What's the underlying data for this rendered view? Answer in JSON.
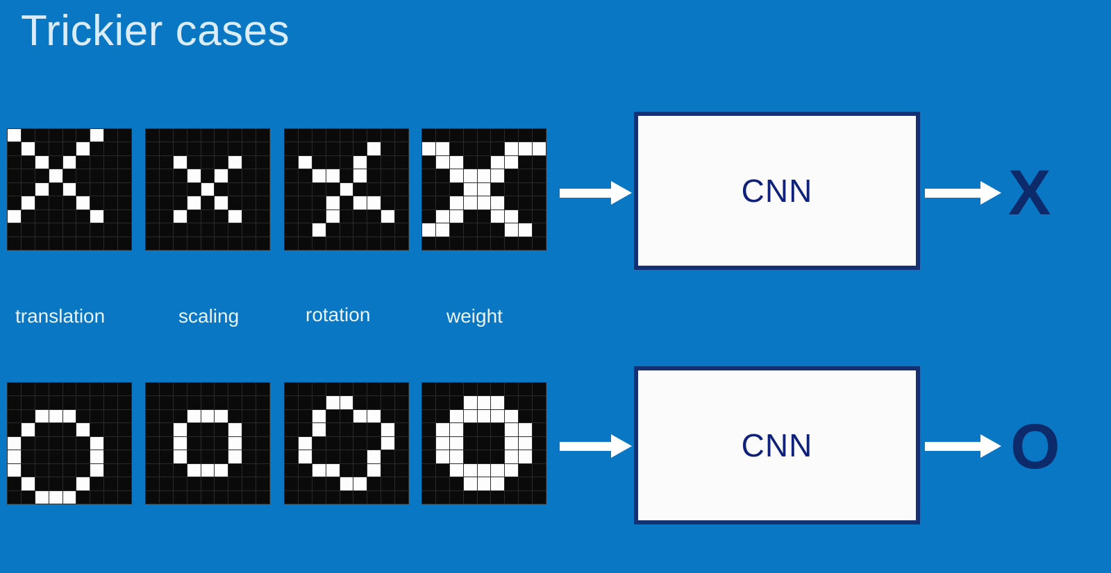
{
  "slide": {
    "title": "Trickier cases",
    "background_color": "#0a77c4",
    "accent_navy": "#142f72",
    "cnn_text_color": "#10217a",
    "output_color": "#0d2a6b",
    "title_color": "#d9ecf8",
    "caption_color": "#e8f3fb"
  },
  "captions": [
    {
      "label": "translation"
    },
    {
      "label": "scaling"
    },
    {
      "label": "rotation"
    },
    {
      "label": "weight"
    }
  ],
  "rows": [
    {
      "name": "x-row",
      "cnn_label": "CNN",
      "output_label": "X",
      "grids": [
        {
          "name": "x-translation",
          "cols": 9,
          "rows": 9,
          "on_cells": [
            [
              0,
              0
            ],
            [
              0,
              6
            ],
            [
              1,
              1
            ],
            [
              1,
              5
            ],
            [
              2,
              2
            ],
            [
              2,
              4
            ],
            [
              3,
              3
            ],
            [
              4,
              2
            ],
            [
              4,
              4
            ],
            [
              5,
              1
            ],
            [
              5,
              5
            ],
            [
              6,
              0
            ],
            [
              6,
              6
            ]
          ]
        },
        {
          "name": "x-scaling",
          "cols": 9,
          "rows": 9,
          "on_cells": [
            [
              2,
              2
            ],
            [
              2,
              6
            ],
            [
              3,
              3
            ],
            [
              3,
              5
            ],
            [
              4,
              4
            ],
            [
              5,
              3
            ],
            [
              5,
              5
            ],
            [
              6,
              2
            ],
            [
              6,
              6
            ]
          ]
        },
        {
          "name": "x-rotation",
          "cols": 9,
          "rows": 9,
          "on_cells": [
            [
              1,
              6
            ],
            [
              2,
              1
            ],
            [
              2,
              5
            ],
            [
              3,
              2
            ],
            [
              3,
              3
            ],
            [
              3,
              5
            ],
            [
              4,
              4
            ],
            [
              5,
              3
            ],
            [
              5,
              5
            ],
            [
              5,
              6
            ],
            [
              6,
              3
            ],
            [
              6,
              7
            ],
            [
              7,
              2
            ]
          ]
        },
        {
          "name": "x-weight",
          "cols": 9,
          "rows": 9,
          "on_cells": [
            [
              1,
              0
            ],
            [
              1,
              1
            ],
            [
              1,
              6
            ],
            [
              1,
              7
            ],
            [
              1,
              8
            ],
            [
              2,
              1
            ],
            [
              2,
              2
            ],
            [
              2,
              5
            ],
            [
              2,
              6
            ],
            [
              3,
              2
            ],
            [
              3,
              3
            ],
            [
              3,
              4
            ],
            [
              3,
              5
            ],
            [
              4,
              3
            ],
            [
              4,
              4
            ],
            [
              5,
              2
            ],
            [
              5,
              3
            ],
            [
              5,
              4
            ],
            [
              5,
              5
            ],
            [
              6,
              1
            ],
            [
              6,
              2
            ],
            [
              6,
              5
            ],
            [
              6,
              6
            ],
            [
              7,
              0
            ],
            [
              7,
              1
            ],
            [
              7,
              6
            ],
            [
              7,
              7
            ]
          ]
        }
      ]
    },
    {
      "name": "o-row",
      "cnn_label": "CNN",
      "output_label": "O",
      "grids": [
        {
          "name": "o-translation",
          "cols": 9,
          "rows": 9,
          "on_cells": [
            [
              2,
              2
            ],
            [
              2,
              3
            ],
            [
              2,
              4
            ],
            [
              3,
              1
            ],
            [
              3,
              5
            ],
            [
              4,
              0
            ],
            [
              4,
              6
            ],
            [
              5,
              0
            ],
            [
              5,
              6
            ],
            [
              6,
              0
            ],
            [
              6,
              6
            ],
            [
              7,
              1
            ],
            [
              7,
              5
            ],
            [
              8,
              2
            ],
            [
              8,
              3
            ],
            [
              8,
              4
            ]
          ]
        },
        {
          "name": "o-scaling",
          "cols": 9,
          "rows": 9,
          "on_cells": [
            [
              2,
              3
            ],
            [
              2,
              4
            ],
            [
              2,
              5
            ],
            [
              3,
              2
            ],
            [
              3,
              6
            ],
            [
              4,
              2
            ],
            [
              4,
              6
            ],
            [
              5,
              2
            ],
            [
              5,
              6
            ],
            [
              6,
              3
            ],
            [
              6,
              4
            ],
            [
              6,
              5
            ]
          ]
        },
        {
          "name": "o-rotation",
          "cols": 9,
          "rows": 9,
          "on_cells": [
            [
              1,
              3
            ],
            [
              1,
              4
            ],
            [
              2,
              2
            ],
            [
              2,
              5
            ],
            [
              2,
              6
            ],
            [
              3,
              2
            ],
            [
              3,
              7
            ],
            [
              4,
              1
            ],
            [
              4,
              7
            ],
            [
              5,
              1
            ],
            [
              5,
              6
            ],
            [
              6,
              2
            ],
            [
              6,
              3
            ],
            [
              6,
              6
            ],
            [
              7,
              4
            ],
            [
              7,
              5
            ]
          ]
        },
        {
          "name": "o-weight",
          "cols": 9,
          "rows": 9,
          "on_cells": [
            [
              1,
              3
            ],
            [
              1,
              4
            ],
            [
              1,
              5
            ],
            [
              2,
              2
            ],
            [
              2,
              3
            ],
            [
              2,
              4
            ],
            [
              2,
              5
            ],
            [
              2,
              6
            ],
            [
              3,
              1
            ],
            [
              3,
              2
            ],
            [
              3,
              6
            ],
            [
              3,
              7
            ],
            [
              4,
              1
            ],
            [
              4,
              2
            ],
            [
              4,
              6
            ],
            [
              4,
              7
            ],
            [
              5,
              1
            ],
            [
              5,
              2
            ],
            [
              5,
              6
            ],
            [
              5,
              7
            ],
            [
              6,
              2
            ],
            [
              6,
              3
            ],
            [
              6,
              4
            ],
            [
              6,
              5
            ],
            [
              6,
              6
            ],
            [
              7,
              3
            ],
            [
              7,
              4
            ],
            [
              7,
              5
            ]
          ]
        }
      ]
    }
  ]
}
